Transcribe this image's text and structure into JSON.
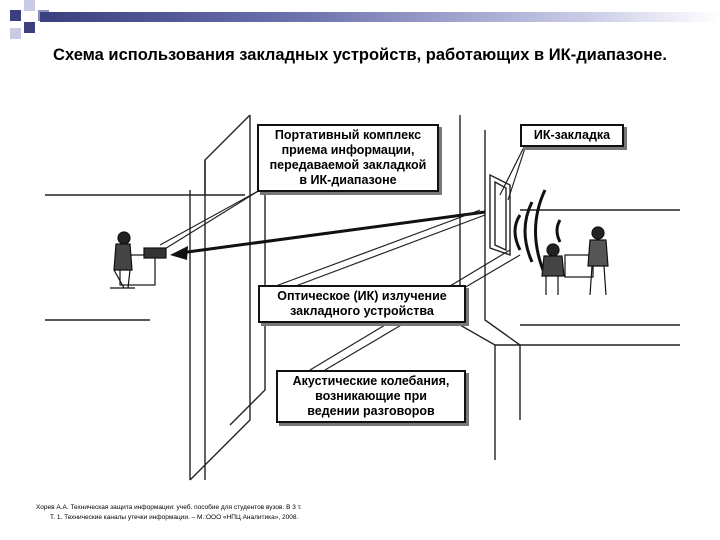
{
  "slide": {
    "title": "Схема использования закладных устройств, работающих в ИК-диапазоне."
  },
  "callouts": {
    "receiver": [
      "Портативный комплекс",
      "приема информации,",
      "передаваемой закладкой",
      "в ИК-диапазоне"
    ],
    "ir_bug": [
      "ИК-закладка"
    ],
    "optical": [
      "Оптическое (ИК) излучение",
      "закладного устройства"
    ],
    "acoustic": [
      "Акустические колебания,",
      "возникающие при",
      "ведении разговоров"
    ]
  },
  "citation": {
    "line1": "Хорев А.А. Техническая защита информации: учеб. пособие для студентов вузов. В 3 т.",
    "line2": "Т. 1. Технические каналы утечки информации. – М.:ООО «НПЦ Аналитика», 2008."
  },
  "colors": {
    "band_dark": "#3a3f7e",
    "squares": [
      "#3a3f7e",
      "#8a8fc0",
      "#c9cbe6"
    ]
  }
}
